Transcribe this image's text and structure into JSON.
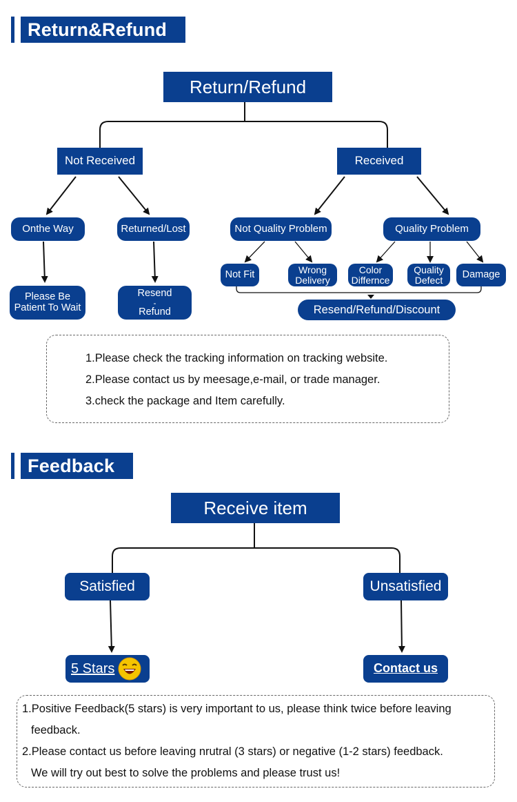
{
  "sections": {
    "return_refund": {
      "title": "Return&Refund"
    },
    "feedback": {
      "title": "Feedback"
    }
  },
  "return_flow": {
    "root": "Return/Refund",
    "not_received": {
      "label": "Not Received",
      "on_the_way": "Onthe Way",
      "patient_line1": "Please Be",
      "patient_line2": "Patient To Wait",
      "returned_lost": "Returned/Lost",
      "resend_line1": "Resend",
      "resend_line2": "-",
      "resend_line3": "Refund"
    },
    "received": {
      "label": "Received",
      "not_quality": "Not Quality Problem",
      "quality": "Quality Problem",
      "not_fit": "Not Fit",
      "wrong_line1": "Wrong",
      "wrong_line2": "Delivery",
      "color_line1": "Color",
      "color_line2": "Differnce",
      "defect_line1": "Quality",
      "defect_line2": "Defect",
      "damage": "Damage",
      "outcome": "Resend/Refund/Discount"
    },
    "notes": [
      "1.Please check the tracking information on tracking website.",
      "2.Please contact us by meesage,e-mail, or trade manager.",
      "3.check the package and Item carefully."
    ]
  },
  "feedback_flow": {
    "root": "Receive item",
    "satisfied": "Satisfied",
    "unsatisfied": "Unsatisfied",
    "five_stars": "5 Stars",
    "contact_us": "Contact us",
    "notes": [
      "1.Positive Feedback(5 stars) is very important to us, please think twice before leaving",
      "feedback.",
      "2.Please contact us before leaving nrutral (3 stars) or  negative (1-2 stars) feedback.",
      "We will try out best to solve the problems and please trust us!"
    ]
  },
  "colors": {
    "brand_blue": "#0a3f8f",
    "text_dark": "#111111",
    "emoji_yellow": "#f5c400"
  },
  "icons": {
    "emoji": "laughing-face-icon"
  }
}
